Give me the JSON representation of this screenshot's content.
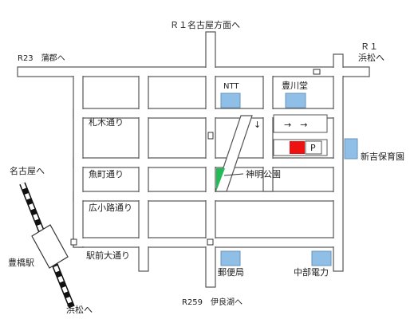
{
  "colors": {
    "road_fill": "#ffffff",
    "road_stroke": "#555555",
    "building_fill": "#8fbfe6",
    "building_stroke": "#6a94b8",
    "parking_red": "#ee1111",
    "park_green": "#22bb55",
    "railway": "#111111"
  },
  "labels": {
    "r1_nagoya": "Ｒ１名古屋方面へ",
    "r1": "Ｒ１",
    "hamamatsu_top": "浜松へ",
    "r23_gamagori": "R23　蒲郡へ",
    "ntt": "NTT",
    "toyokawado": "豊川堂",
    "fudagi_dori": "札木通り",
    "arrow_down": "↓",
    "arrows_right": "→　→",
    "parking_p": "P",
    "shinyoshi_hoikuen": "新吉保育園",
    "uomachi_dori": "魚町通り",
    "shinmei_koen": "神明公園",
    "nagoya": "名古屋へ",
    "koshoji_dori": "広小路通り",
    "toyohashi_eki": "豊橋駅",
    "ekimae_odori": "駅前大通り",
    "yubinkyoku": "郵便局",
    "chubu_denryoku": "中部電力",
    "hamamatsu_bottom": "浜松へ",
    "r259_iragoko": "R259　伊良湖へ"
  }
}
